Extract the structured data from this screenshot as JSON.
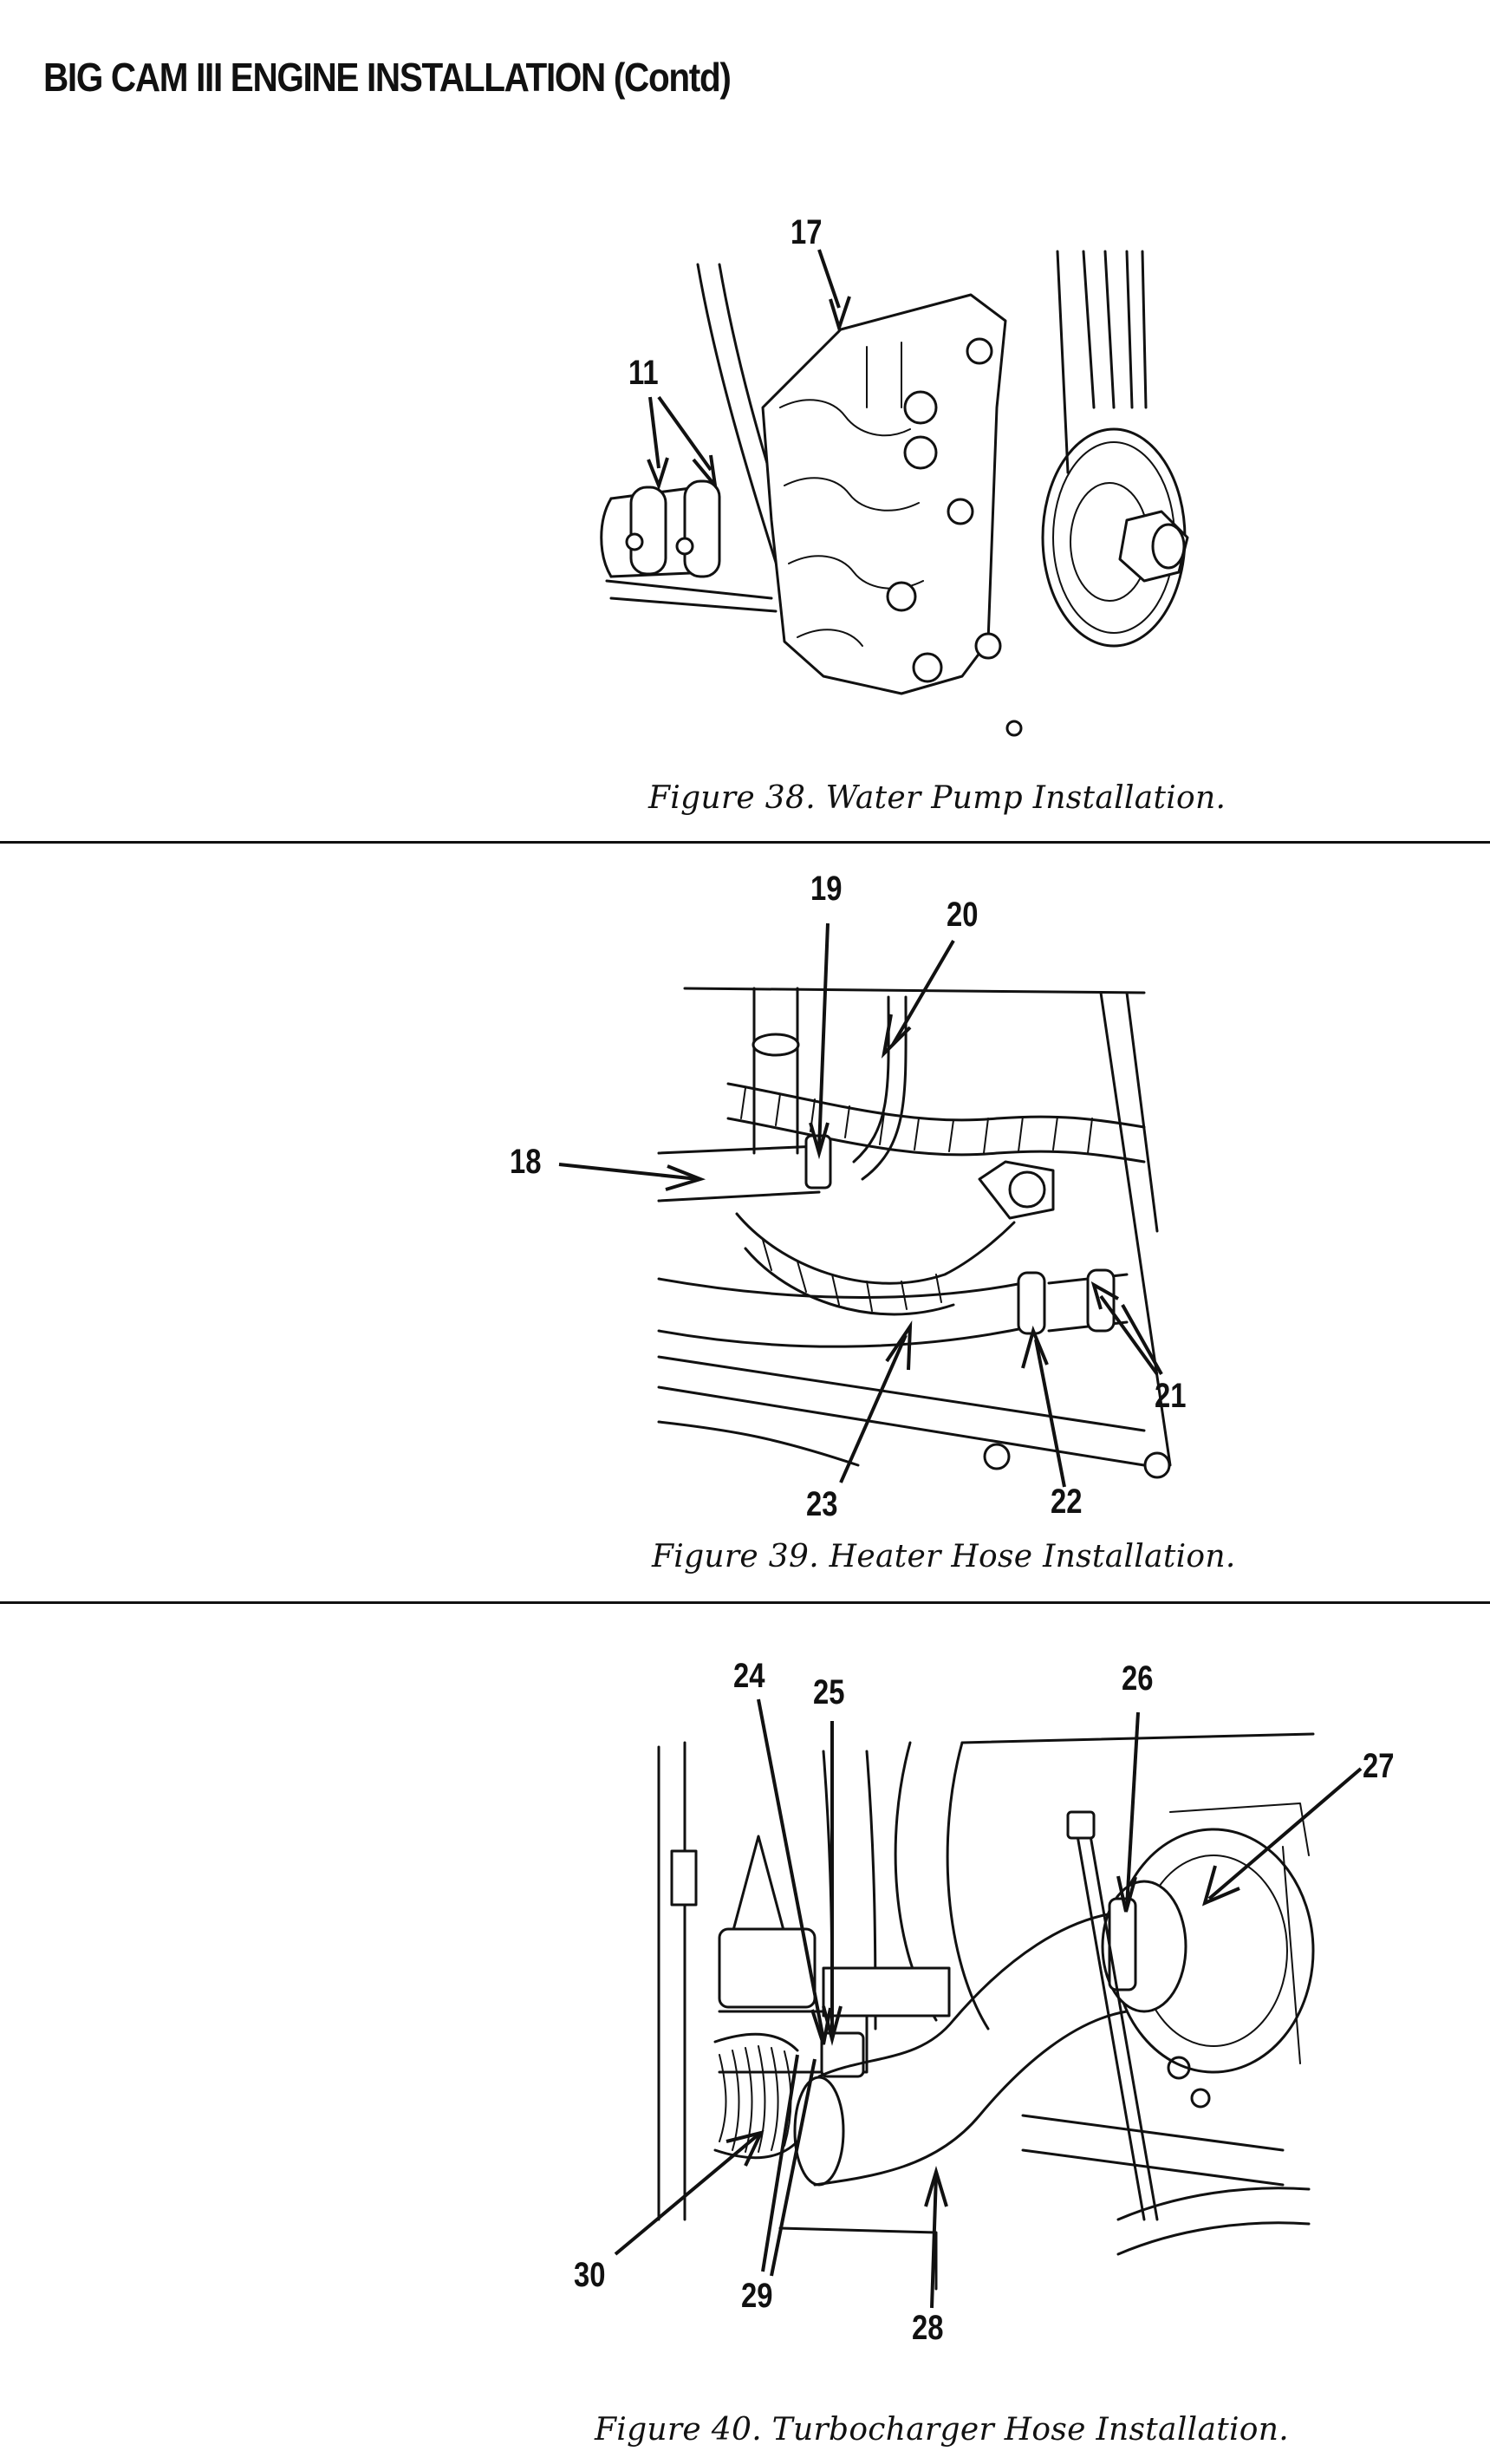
{
  "page": {
    "heading": "BIG CAM III ENGINE INSTALLATION (Contd)"
  },
  "figures": [
    {
      "caption": "Figure 38.  Water Pump Installation.",
      "callouts": [
        "17",
        "11"
      ]
    },
    {
      "caption": "Figure 39.  Heater Hose Installation.",
      "callouts": [
        "19",
        "20",
        "18",
        "21",
        "23",
        "22"
      ]
    },
    {
      "caption": "Figure 40.  Turbocharger Hose Installation.",
      "callouts": [
        "24",
        "25",
        "26",
        "27",
        "30",
        "29",
        "28"
      ]
    }
  ],
  "colors": {
    "ink": "#111111",
    "paper": "#ffffff"
  }
}
